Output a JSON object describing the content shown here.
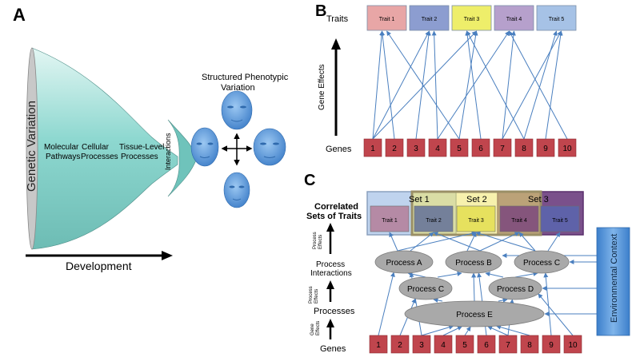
{
  "panel_a": {
    "label": "A",
    "y_axis_label": "Genetic Variation",
    "stages": [
      "Molecular",
      "Pathways",
      "Cellular",
      "Processes",
      "Tissue-Level",
      "Processes",
      "Interactions"
    ],
    "x_axis_label": "Development",
    "phenotype_title_line1": "Structured Phenotypic",
    "phenotype_title_line2": "Variation"
  },
  "panel_b": {
    "label": "B",
    "traits_label": "Traits",
    "genes_label": "Genes",
    "axis_label": "Gene Effects",
    "traits": [
      {
        "label": "Trait 1",
        "color": "#e8a6a6"
      },
      {
        "label": "Trait 2",
        "color": "#8c9dd0"
      },
      {
        "label": "Trait 3",
        "color": "#eeee6a"
      },
      {
        "label": "Trait 4",
        "color": "#b6a0cc"
      },
      {
        "label": "Trait 5",
        "color": "#a6c2e6"
      }
    ],
    "genes": [
      "1",
      "2",
      "3",
      "4",
      "5",
      "6",
      "7",
      "8",
      "9",
      "10"
    ]
  },
  "panel_c": {
    "label": "C",
    "correlated_line1": "Correlated",
    "correlated_line2": "Sets of Traits",
    "process_effects_line1": "Process",
    "process_effects_line2": "Effects",
    "process_interactions_line1": "Process",
    "process_interactions_line2": "Interactions",
    "processes_label": "Processes",
    "gene_effects_line1": "Gene",
    "gene_effects_line2": "Effects",
    "genes_label": "Genes",
    "sets": [
      "Set 1",
      "Set 2",
      "Set 3"
    ],
    "traits": [
      "Trait 1",
      "Trait 2",
      "Trait 3",
      "Trait 4",
      "Trait 5"
    ],
    "processes": {
      "A": "Process A",
      "B": "Process B",
      "C_top": "Process C",
      "C_mid": "Process C",
      "D": "Process D",
      "E": "Process E"
    },
    "environmental_context": "Environmental Context",
    "genes": [
      "1",
      "2",
      "3",
      "4",
      "5",
      "6",
      "7",
      "8",
      "9",
      "10"
    ]
  },
  "colors": {
    "gene_box": "#c0454d",
    "arrow_blue": "#4a7fbf",
    "process_fill": "#a9a9a9",
    "env_box": "#4d8fd6",
    "face": "#5f9fe0",
    "funnel": "#8fd9d2"
  }
}
